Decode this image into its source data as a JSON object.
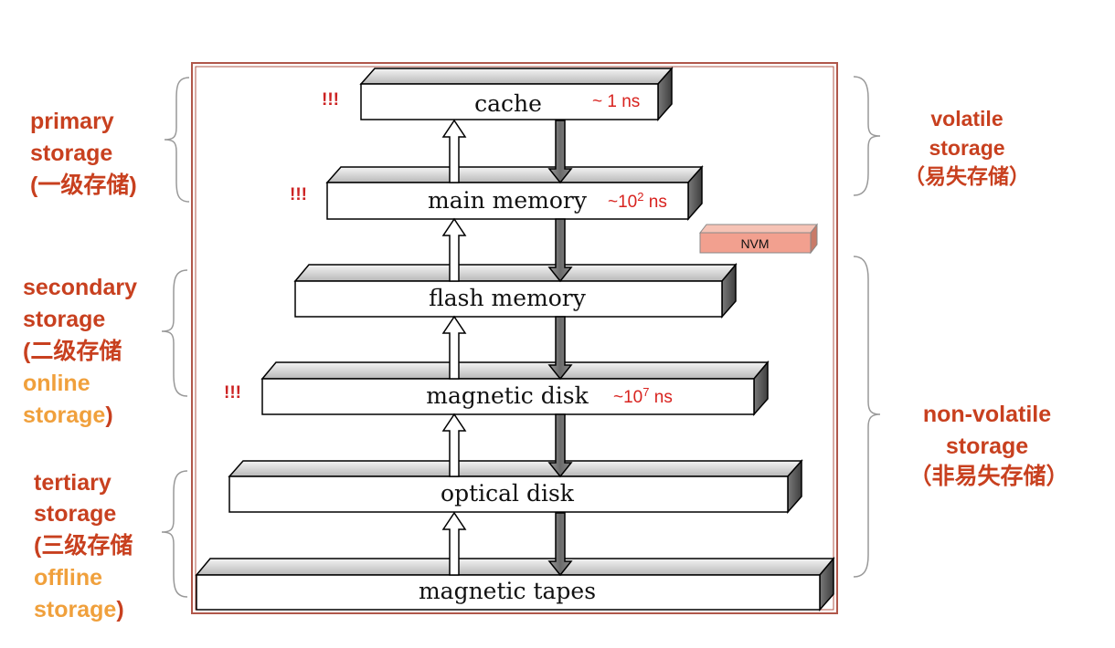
{
  "levels": [
    {
      "label": "cache",
      "timing": "~ 1 ns",
      "marker": "!!!"
    },
    {
      "label": "main memory",
      "timing_base": "~10",
      "timing_exp": "2",
      "timing_unit": " ns",
      "marker": "!!!"
    },
    {
      "label": "flash memory"
    },
    {
      "label": "magnetic disk",
      "timing_base": "~10",
      "timing_exp": "7",
      "timing_unit": " ns",
      "marker": "!!!"
    },
    {
      "label": "optical disk"
    },
    {
      "label": "magnetic tapes"
    }
  ],
  "nvm": {
    "label": "NVM"
  },
  "left": {
    "primary": {
      "line1": "primary",
      "line2": "storage",
      "line3": "(一级存储)"
    },
    "secondary": {
      "line1": "secondary",
      "line2": "storage",
      "line3": "(二级存储",
      "line4": "online",
      "line5": "storage",
      "line5_close": ")"
    },
    "tertiary": {
      "line1": "tertiary",
      "line2": "storage",
      "line3": "(三级存储",
      "line4": "offline",
      "line5": "storage",
      "line5_close": ")"
    }
  },
  "right": {
    "volatile": {
      "line1": "volatile",
      "line2": "storage",
      "line3": "（易失存储）"
    },
    "nonvolatile": {
      "line1": "non-volatile",
      "line2": "storage",
      "line3": "（非易失存储）"
    }
  },
  "colors": {
    "frame": "#b0574a",
    "label_red": "#c8401f",
    "label_orange": "#f0a03c",
    "timing_red": "#d8231f",
    "nvm_fill": "#f2a08f"
  }
}
